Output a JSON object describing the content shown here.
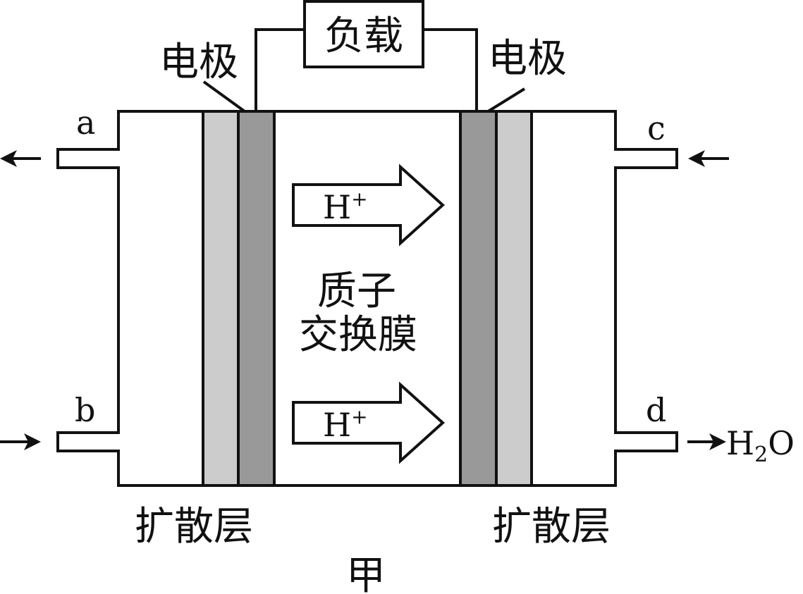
{
  "load_label": "负载",
  "electrode_left_label": "电极",
  "electrode_right_label": "电极",
  "port_a": "a",
  "port_b": "b",
  "port_c": "c",
  "port_d": "d",
  "ion_label": "H",
  "ion_charge": "+",
  "membrane_line1": "质子",
  "membrane_line2": "交换膜",
  "diffusion_left_label": "扩散层",
  "diffusion_right_label": "扩散层",
  "water_H": "H",
  "water_sub": "2",
  "water_O": "O",
  "caption": "甲",
  "colors": {
    "diffusion_layer": "#cccccc",
    "electrode": "#999999",
    "outline": "#111111"
  }
}
